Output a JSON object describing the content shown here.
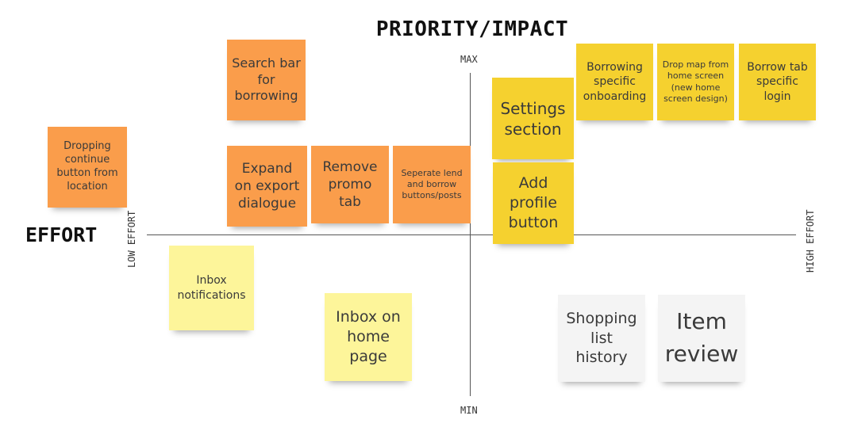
{
  "title": "PRIORITY/IMPACT",
  "x_axis_title": "EFFORT",
  "axis_labels": {
    "max": "MAX",
    "min": "MIN",
    "low": "LOW EFFORT",
    "high": "HIGH EFFORT"
  },
  "colors": {
    "orange": "#fa9d4b",
    "yellow": "#f5d12f",
    "light_yellow": "#fdf59a",
    "gray": "#f4f4f4"
  },
  "notes": [
    {
      "text": "Dropping continue button from location",
      "color": "orange"
    },
    {
      "text": "Search bar for borrowing",
      "color": "orange"
    },
    {
      "text": "Expand on export dialogue",
      "color": "orange"
    },
    {
      "text": "Remove promo tab",
      "color": "orange"
    },
    {
      "text": "Seperate lend and borrow buttons/posts",
      "color": "orange"
    },
    {
      "text": "Settings section",
      "color": "yellow"
    },
    {
      "text": "Add profile button",
      "color": "yellow"
    },
    {
      "text": "Borrowing specific onboarding",
      "color": "yellow"
    },
    {
      "text": "Drop map from home screen (new home screen design)",
      "color": "yellow"
    },
    {
      "text": "Borrow tab specific login",
      "color": "yellow"
    },
    {
      "text": "Inbox notifications",
      "color": "light_yellow"
    },
    {
      "text": "Inbox on home page",
      "color": "light_yellow"
    },
    {
      "text": "Shopping list history",
      "color": "gray"
    },
    {
      "text": "Item review",
      "color": "gray"
    }
  ]
}
